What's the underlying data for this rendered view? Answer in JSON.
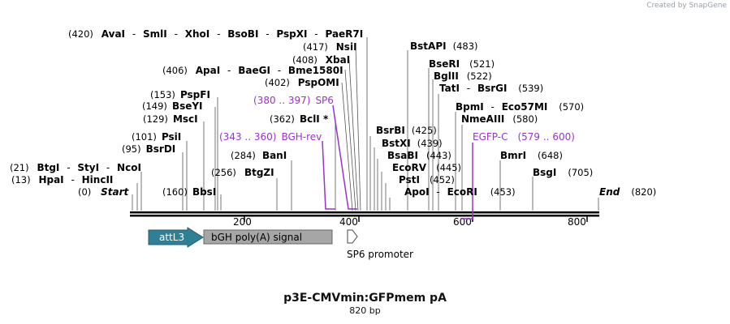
{
  "credit": "Created by SnapGene",
  "title": "p3E-CMVmin:GFPmem pA",
  "length_label": "820 bp",
  "sites_rows": [
    [
      "(420)",
      "AvaI",
      "-",
      "SmlI",
      "-",
      "XhoI",
      "-",
      "BsoBI",
      "-",
      "PspXI",
      "-",
      "PaeR7I"
    ],
    [
      "(417)",
      "NsiI"
    ],
    [
      "(408)",
      "XbaI"
    ],
    [
      "(406)",
      "ApaI",
      "-",
      "BaeGI",
      "-",
      "Bme1580I"
    ],
    [
      "(402)",
      "PspOMI"
    ],
    [
      "(153)",
      "PspFI"
    ],
    [
      "(149)",
      "BseYI"
    ],
    [
      "(129)",
      "MscI"
    ],
    [
      "(101)",
      "PsiI"
    ],
    [
      "(95)",
      "BsrDI"
    ],
    [
      "(21)",
      "BtgI",
      "-",
      "StyI",
      "-",
      "NcoI"
    ],
    [
      "(13)",
      "HpaI",
      "-",
      "HincII"
    ],
    [
      "(0)",
      "Start"
    ],
    [
      "(160)",
      "BbsI"
    ],
    [
      "(256)",
      "BtgZI"
    ],
    [
      "(284)",
      "BanI"
    ],
    [
      "(362)",
      "BclI *"
    ],
    [
      "BstAPI",
      "(483)"
    ],
    [
      "BseRI",
      "(521)"
    ],
    [
      "BglII",
      "(522)"
    ],
    [
      "TatI",
      "-",
      "BsrGI",
      "(539)"
    ],
    [
      "BpmI",
      "-",
      "Eco57MI",
      "(570)"
    ],
    [
      "NmeAIII",
      "(580)"
    ],
    [
      "BsrBI",
      "(425)"
    ],
    [
      "BstXI",
      "(439)"
    ],
    [
      "BsaBI",
      "(443)"
    ],
    [
      "EcoRV",
      "(445)"
    ],
    [
      "PstI",
      "(452)"
    ],
    [
      "ApoI",
      "-",
      "EcoRI",
      "(453)"
    ],
    [
      "BmrI",
      "(648)"
    ],
    [
      "BsgI",
      "(705)"
    ],
    [
      "End",
      "(820)"
    ]
  ],
  "primers": [
    {
      "range": "(380 .. 397)",
      "name": "SP6"
    },
    {
      "range": "(343 .. 360)",
      "name": "BGH-rev"
    },
    {
      "name": "EGFP-C",
      "range": "(579 .. 600)"
    }
  ],
  "ruler_ticks": [
    "200",
    "400",
    "600",
    "800"
  ],
  "features": [
    {
      "name": "attL3",
      "color": "#2f7f95"
    },
    {
      "name": "bGH poly(A) signal",
      "color": "#a6a6a6"
    },
    {
      "name": "SP6 promoter",
      "color": "#ffffff"
    }
  ],
  "colors": {
    "primer": "#9933cc",
    "backbone": "#000000"
  }
}
